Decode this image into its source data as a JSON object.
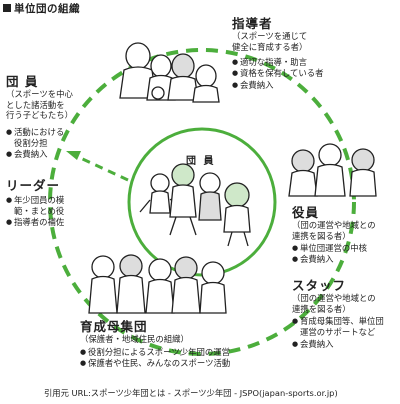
{
  "header": {
    "title": "単位団の組織"
  },
  "colors": {
    "accent": "#4cae3c",
    "ink": "#222222"
  },
  "center": {
    "label": "団 員"
  },
  "blocks": {
    "member": {
      "title": "団 員",
      "desc": [
        "（スポーツを中心",
        "とした諸活動を",
        "行う子どもたち）"
      ],
      "items": [
        "活動における",
        "役割分担",
        "会費納入"
      ]
    },
    "coach": {
      "title": "指導者",
      "desc": [
        "（スポーツを通じて",
        "健全に育成する者）"
      ],
      "items": [
        "適切な指導・助言",
        "資格を保有している者",
        "会費納入"
      ]
    },
    "leader": {
      "title": "リーダー",
      "items": [
        "年少団員の模",
        "範・まとめ役",
        "指導者の補佐"
      ]
    },
    "officer": {
      "title": "役員",
      "desc": [
        "（団の運営や地域との",
        "連携を図る者）"
      ],
      "items": [
        "単位団運営の中核",
        "会費納入"
      ]
    },
    "staff": {
      "title": "スタッフ",
      "desc": [
        "（団の運営や地域との",
        "連携を図る者）"
      ],
      "items": [
        "育成母集団等、単位団",
        "運営のサポートなど",
        "会費納入"
      ]
    },
    "parents": {
      "title": "育成母集団",
      "desc": [
        "（保護者・地域住民の組織）"
      ],
      "items": [
        "役割分担によるスポーツ少年団の運営",
        "保護者や住民、みんなのスポーツ活動"
      ]
    }
  },
  "source": "引用元 URL:スポーツ少年団とは - スポーツ少年団 - JSPO(japan-sports.or.jp)"
}
